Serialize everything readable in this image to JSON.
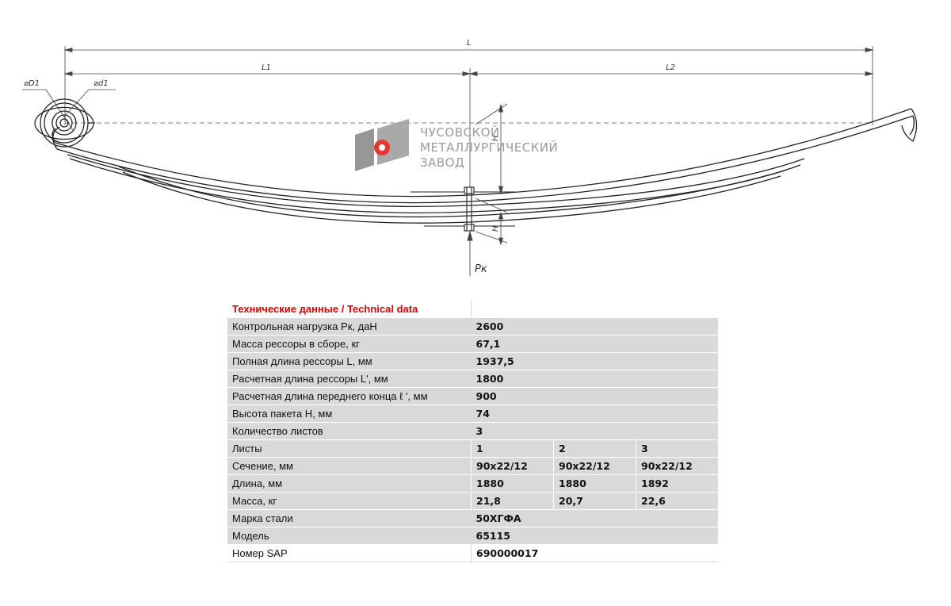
{
  "drawing": {
    "dimensions": {
      "overall_length": "L",
      "front_length": "L1",
      "rear_length": "L2",
      "eye_outer_diameter": "⌀D1",
      "eye_inner_diameter": "⌀d1",
      "pack_height": "H",
      "arc_height": "H",
      "load": "Pк"
    },
    "logo": {
      "line1": "ЧУСОВСКОЙ",
      "line2": "МЕТАЛЛУРГИЧЕСКИЙ",
      "line3": "ЗАВОД",
      "color_red": "#e2231a",
      "color_gray": "#8c8c8c"
    }
  },
  "table": {
    "title": "Технические данные / Technical data",
    "title_color": "#e00000",
    "rows": [
      {
        "label": "Контрольная нагрузка Рк, даН",
        "value": "2600"
      },
      {
        "label": "Масса рессоры в сборе, кг",
        "value": "67,1"
      },
      {
        "label": "Полная длина рессоры L, мм",
        "value": "1937,5"
      },
      {
        "label": "Расчетная длина рессоры L', мм",
        "value": "1800"
      },
      {
        "label": "Расчетная длина переднего конца ℓ ', мм",
        "value": "900"
      },
      {
        "label": "Высота пакета H, мм",
        "value": "74"
      },
      {
        "label": "Количество листов",
        "value": "3"
      }
    ],
    "leaf_rows": [
      {
        "label": "Листы",
        "values": [
          "1",
          "2",
          "3"
        ]
      },
      {
        "label": "Сечение, мм",
        "values": [
          "90x22/12",
          "90x22/12",
          "90x22/12"
        ]
      },
      {
        "label": "Длина, мм",
        "values": [
          "1880",
          "1880",
          "1892"
        ]
      },
      {
        "label": "Масса, кг",
        "values": [
          "21,8",
          "20,7",
          "22,6"
        ]
      }
    ],
    "tail_rows": [
      {
        "label": "Марка стали",
        "value": "50ХГФА"
      },
      {
        "label": "Модель",
        "value": "65115"
      },
      {
        "label": "Номер SAP",
        "value": "690000017"
      }
    ]
  }
}
